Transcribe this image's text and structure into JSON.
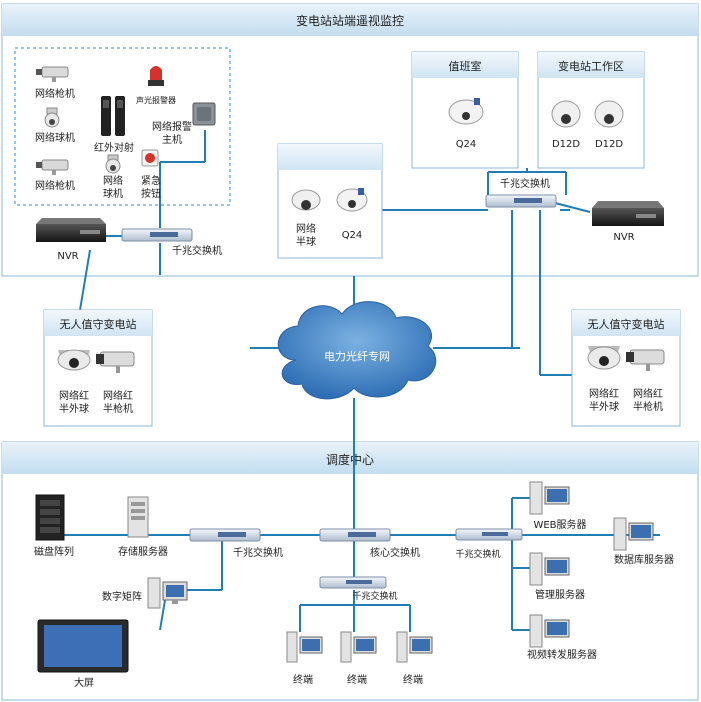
{
  "top_section": {
    "title": "变电站站端遥视监控",
    "left_box": {
      "cam1": "网络枪机",
      "cam2": "网络球机",
      "cam3": "网络枪机",
      "ir": "红外对射",
      "sound_light_alarm": "声光报警器",
      "alarm_host": [
        "网络报警",
        "主机"
      ],
      "dome": [
        "网络",
        "球机"
      ],
      "emergency": [
        "紧急",
        "按钮"
      ]
    },
    "nvr_left": "NVR",
    "switch_left": "千兆交换机",
    "mid_box": {
      "cam1": [
        "网络",
        "半球"
      ],
      "cam2": "Q24"
    },
    "duty_room": {
      "title": "值班室",
      "cam": "Q24"
    },
    "workshop": {
      "title": "变电站工作区",
      "cam1": "D12D",
      "cam2": "D12D"
    },
    "switch_right": "千兆交换机",
    "nvr_right": "NVR"
  },
  "unattended_left": {
    "title": "无人值守变电站",
    "cam1": [
      "网络红",
      "半外球"
    ],
    "cam2": [
      "网络红",
      "半枪机"
    ]
  },
  "unattended_right": {
    "title": "无人值守变电站",
    "cam1": [
      "网络红",
      "半外球"
    ],
    "cam2": [
      "网络红",
      "半枪机"
    ]
  },
  "cloud": "电力光纤专网",
  "bottom_section": {
    "title": "调度中心",
    "disk_array": "磁盘阵列",
    "storage_server": "存储服务器",
    "switch_left": "千兆交换机",
    "digital_matrix": "数字矩阵",
    "big_screen": "大屏",
    "core_switch": "核心交换机",
    "switch_small": "千兆交换机",
    "switch_right": "千兆交换机",
    "terminals": [
      "终端",
      "终端",
      "终端"
    ],
    "web_server": "WEB服务器",
    "mgmt_server": "管理服务器",
    "video_server": "视频转发服务器",
    "db_server": "数据库服务器"
  }
}
